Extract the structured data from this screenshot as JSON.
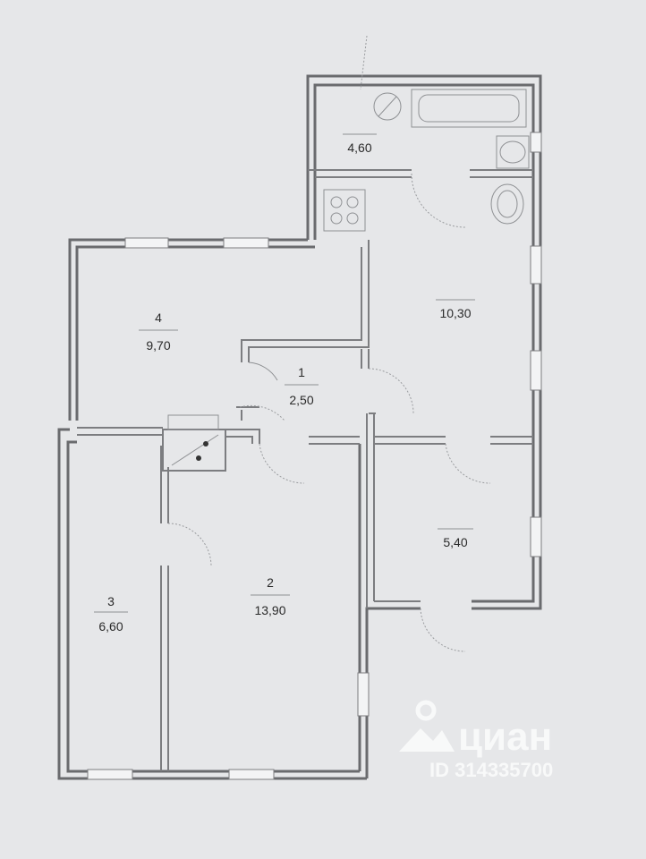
{
  "rooms": [
    {
      "id": "bathroom",
      "number": "",
      "area": "4,60"
    },
    {
      "id": "kitchen",
      "number": "",
      "area": "10,30"
    },
    {
      "id": "room-4",
      "number": "4",
      "area": "9,70"
    },
    {
      "id": "hall-1",
      "number": "1",
      "area": "2,50"
    },
    {
      "id": "room-2",
      "number": "2",
      "area": "13,90"
    },
    {
      "id": "room-3",
      "number": "3",
      "area": "6,60"
    },
    {
      "id": "room-5",
      "number": "",
      "area": "5,40"
    }
  ],
  "watermark": {
    "brand": "циан",
    "listing_id": "ID 314335700",
    "color": "#ffffff"
  },
  "colors": {
    "background": "#e6e7e9",
    "wall": "#6a6b6e",
    "text": "#2a2a2a"
  }
}
